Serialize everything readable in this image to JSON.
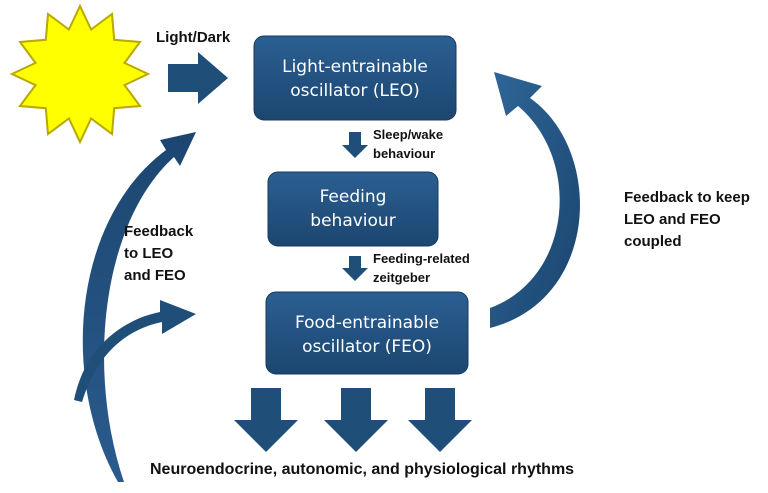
{
  "diagram": {
    "boxes": {
      "leo": {
        "line1": "Light-entrainable",
        "line2": "oscillator (LEO)"
      },
      "feeding": {
        "line1": "Feeding",
        "line2": "behaviour"
      },
      "feo": {
        "line1": "Food-entrainable",
        "line2": "oscillator (FEO)"
      }
    },
    "labels": {
      "light_dark": "Light/Dark",
      "sleep_wake_1": "Sleep/wake",
      "sleep_wake_2": "behaviour",
      "feeding_related_1": "Feeding-related",
      "feeding_related_2": "zeitgeber",
      "feedback_left_1": "Feedback",
      "feedback_left_2": "to LEO",
      "feedback_left_3": "and FEO",
      "feedback_right_1": "Feedback to keep",
      "feedback_right_2": "LEO and FEO",
      "feedback_right_3": "coupled",
      "bottom": "Neuroendocrine, autonomic, and physiological rhythms"
    },
    "colors": {
      "box_fill": "#1f4e79",
      "arrow_fill": "#1f4e79",
      "sun_fill": "#ffff00",
      "sun_stroke": "#b8a800"
    }
  }
}
